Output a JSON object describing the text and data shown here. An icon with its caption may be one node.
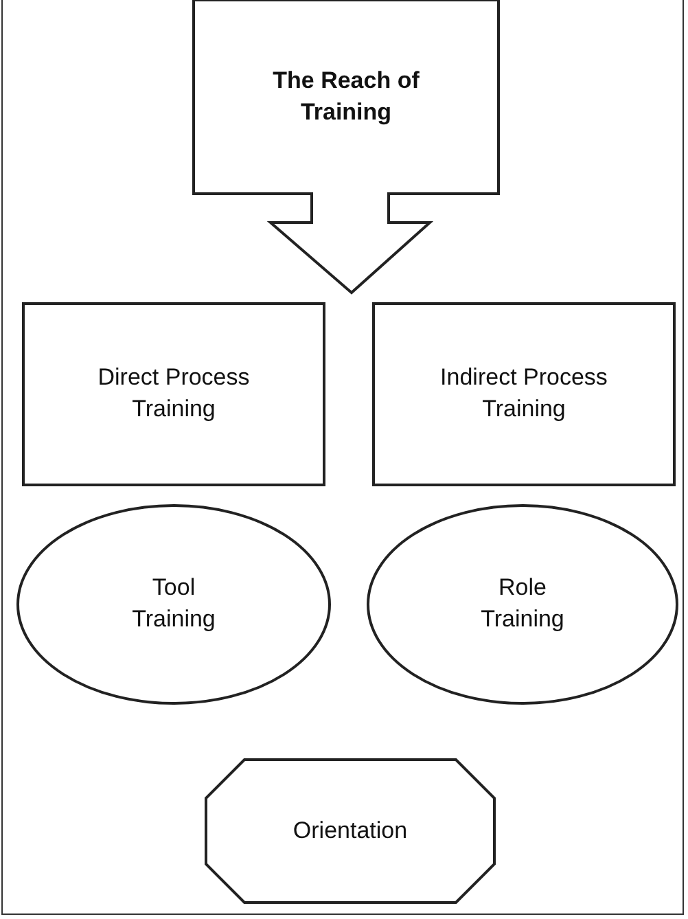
{
  "diagram": {
    "nodes": [
      {
        "text": [
          "The Reach of Training"
        ]
      },
      {
        "text": [
          "Direct Process Training"
        ]
      },
      {
        "text": [
          "Indirect Process Training"
        ]
      },
      {
        "text": [
          "Tool Training"
        ]
      },
      {
        "text": [
          "Role Training"
        ]
      },
      {
        "text": [
          "Orientation"
        ]
      }
    ],
    "edges": []
  }
}
